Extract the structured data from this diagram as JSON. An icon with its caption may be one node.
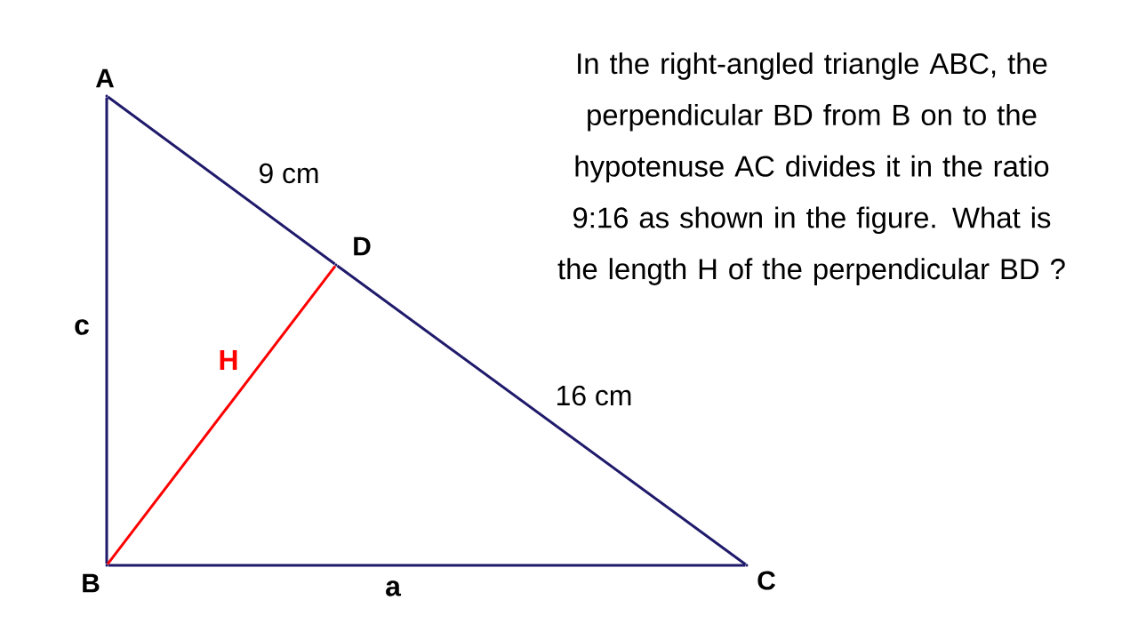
{
  "diagram": {
    "nodes": [
      {
        "text": [],
        "shape": "point",
        "beside": [
          "A"
        ]
      },
      {
        "text": [],
        "shape": "point",
        "beside": [
          "B"
        ]
      },
      {
        "text": [],
        "shape": "point",
        "beside": [
          "C"
        ]
      },
      {
        "text": [],
        "shape": "point",
        "beside": [
          "D"
        ]
      }
    ],
    "edges": [
      {
        "from": 0,
        "to": 1,
        "arrow": "none",
        "label": "c"
      },
      {
        "from": 1,
        "to": 2,
        "arrow": "none",
        "label": "a"
      },
      {
        "from": 0,
        "to": 3,
        "arrow": "none",
        "label": "9 cm"
      },
      {
        "from": 3,
        "to": 2,
        "arrow": "none",
        "label": "16 cm"
      },
      {
        "from": 1,
        "to": 3,
        "arrow": "none",
        "label": "H",
        "color": "#ff0000"
      }
    ],
    "labels": [
      "In the right-angled triangle ABC, the perpendicular BD from B on to the hypotenuse AC divides it in the ratio 9:16 as shown in the figure. What is the length H of the perpendicular BD ?"
    ]
  }
}
